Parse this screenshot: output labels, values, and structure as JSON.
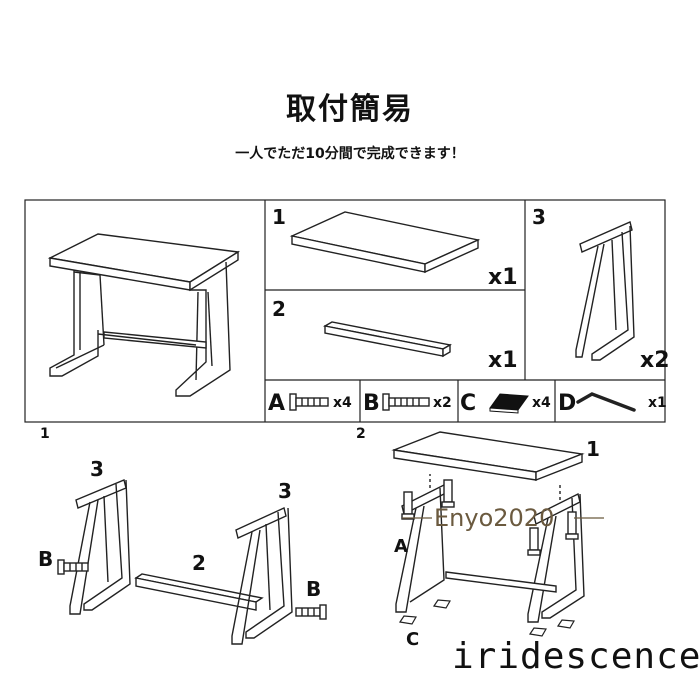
{
  "title": "取付簡易",
  "subtitle": "一人でただ10分間で完成できます！",
  "parts": {
    "p1": {
      "num": "1",
      "qty": "x1"
    },
    "p2": {
      "num": "2",
      "qty": "x1"
    },
    "p3": {
      "num": "3",
      "qty": "x2"
    }
  },
  "hardware": [
    {
      "letter": "A",
      "qty": "x4"
    },
    {
      "letter": "B",
      "qty": "x2"
    },
    {
      "letter": "C",
      "qty": "x4"
    },
    {
      "letter": "D",
      "qty": "x1"
    }
  ],
  "steps": {
    "step1": {
      "num": "1",
      "label_3a": "3",
      "label_3b": "3",
      "label_2": "2",
      "label_ba": "B",
      "label_bb": "B"
    },
    "step2": {
      "num": "2",
      "label_1": "1",
      "label_a": "A",
      "label_c": "C"
    }
  },
  "watermark": "Enyo2020",
  "brand": "iridescence"
}
